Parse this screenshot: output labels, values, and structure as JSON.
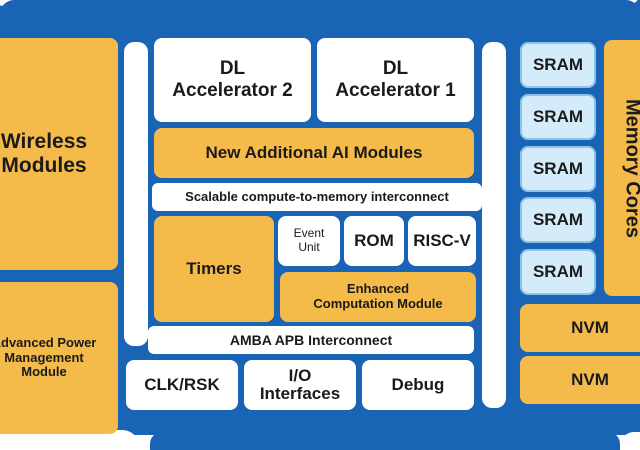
{
  "diagram": {
    "blocks": {
      "wireless": "Wireless\nModules",
      "power": "Advanced Power\nManagement\nModule",
      "dl2": "DL\nAccelerator 2",
      "dl1": "DL\nAccelerator 1",
      "ai_modules": "New Additional AI Modules",
      "interconnect": "Scalable compute-to-memory interconnect",
      "timers": "Timers",
      "event_unit": "Event\nUnit",
      "rom": "ROM",
      "riscv": "RISC-V",
      "enhanced": "Enhanced\nComputation Module",
      "amba": "AMBA APB Interconnect",
      "clk": "CLK/RSK",
      "io": "I/O\nInterfaces",
      "debug": "Debug",
      "sram": [
        "SRAM",
        "SRAM",
        "SRAM",
        "SRAM",
        "SRAM"
      ],
      "memory_cores": "Memory Cores",
      "nvm": [
        "NVM",
        "NVM"
      ]
    },
    "colors": {
      "background": "#1a64b6",
      "compute": "#f5bb4a",
      "memory": "#d4ecfa",
      "interconnect": "#ffffff"
    }
  }
}
